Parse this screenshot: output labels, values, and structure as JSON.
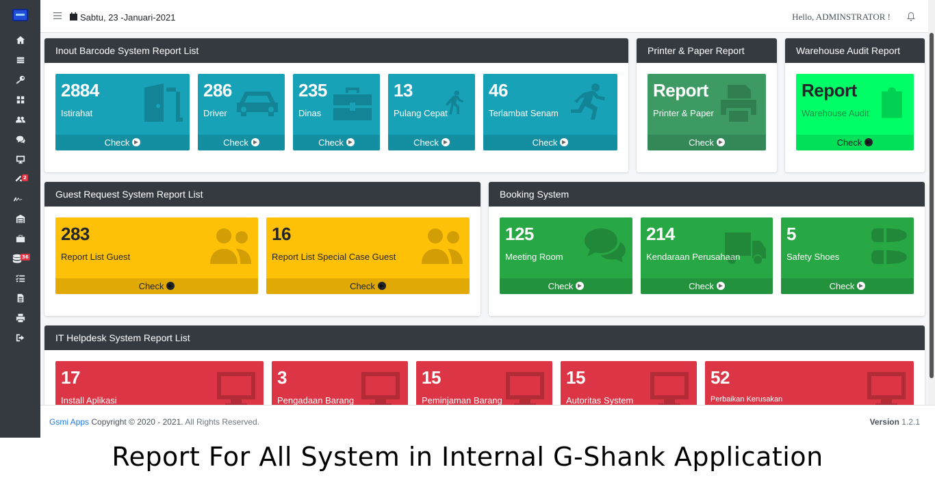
{
  "topbar": {
    "date": "Sabtu, 23 -Januari-2021",
    "greeting": "Hello, ADMINSTRATOR !"
  },
  "sidebar": {
    "items": [
      {
        "icon": "home-icon"
      },
      {
        "icon": "list-icon"
      },
      {
        "icon": "key-icon"
      },
      {
        "icon": "grid-icon"
      },
      {
        "icon": "users-icon"
      },
      {
        "icon": "chat-icon"
      },
      {
        "icon": "monitor-icon"
      },
      {
        "icon": "tools-icon",
        "badge": "2"
      },
      {
        "icon": "signature-icon"
      },
      {
        "icon": "warehouse-icon"
      },
      {
        "icon": "briefcase-icon"
      },
      {
        "icon": "database-icon",
        "badge": "36"
      },
      {
        "icon": "tasks-icon"
      },
      {
        "icon": "file-icon"
      },
      {
        "icon": "print-icon"
      },
      {
        "icon": "logout-icon"
      }
    ]
  },
  "panels": {
    "inout": {
      "title": "Inout Barcode System Report List",
      "boxes": [
        {
          "value": "2884",
          "label": "Istirahat",
          "check": "Check"
        },
        {
          "value": "286",
          "label": "Driver",
          "check": "Check"
        },
        {
          "value": "235",
          "label": "Dinas",
          "check": "Check"
        },
        {
          "value": "13",
          "label": "Pulang Cepat",
          "check": "Check"
        },
        {
          "value": "46",
          "label": "Terlambat Senam",
          "check": "Check"
        }
      ]
    },
    "printer": {
      "title": "Printer & Paper Report",
      "box": {
        "value": "Report",
        "label": "Printer & Paper",
        "check": "Check"
      }
    },
    "warehouse": {
      "title": "Warehouse Audit Report",
      "box": {
        "value": "Report",
        "label": "Warehouse Audit",
        "check": "Check"
      }
    },
    "guest": {
      "title": "Guest Request System Report List",
      "boxes": [
        {
          "value": "283",
          "label": "Report List Guest",
          "check": "Check"
        },
        {
          "value": "16",
          "label": "Report List Special Case Guest",
          "check": "Check"
        }
      ]
    },
    "booking": {
      "title": "Booking System",
      "boxes": [
        {
          "value": "125",
          "label": "Meeting Room",
          "check": "Check"
        },
        {
          "value": "214",
          "label": "Kendaraan Perusahaan",
          "check": "Check"
        },
        {
          "value": "5",
          "label": "Safety Shoes",
          "check": "Check"
        }
      ]
    },
    "helpdesk": {
      "title": "IT Helpdesk System Report List",
      "boxes": [
        {
          "value": "17",
          "label": "Install Aplikasi"
        },
        {
          "value": "3",
          "label": "Pengadaan Barang"
        },
        {
          "value": "15",
          "label": "Peminjaman Barang"
        },
        {
          "value": "15",
          "label": "Autoritas System"
        },
        {
          "value": "52",
          "label": "Perbaikan Kerusakan"
        }
      ]
    }
  },
  "footer": {
    "brand": "Gsmi Apps",
    "copyright": "Copyright © 2020 - 2021.",
    "rights": "All Rights Reserved.",
    "version_label": "Version",
    "version": "1.2.1"
  },
  "caption": "Report For All System in Internal G-Shank Application"
}
